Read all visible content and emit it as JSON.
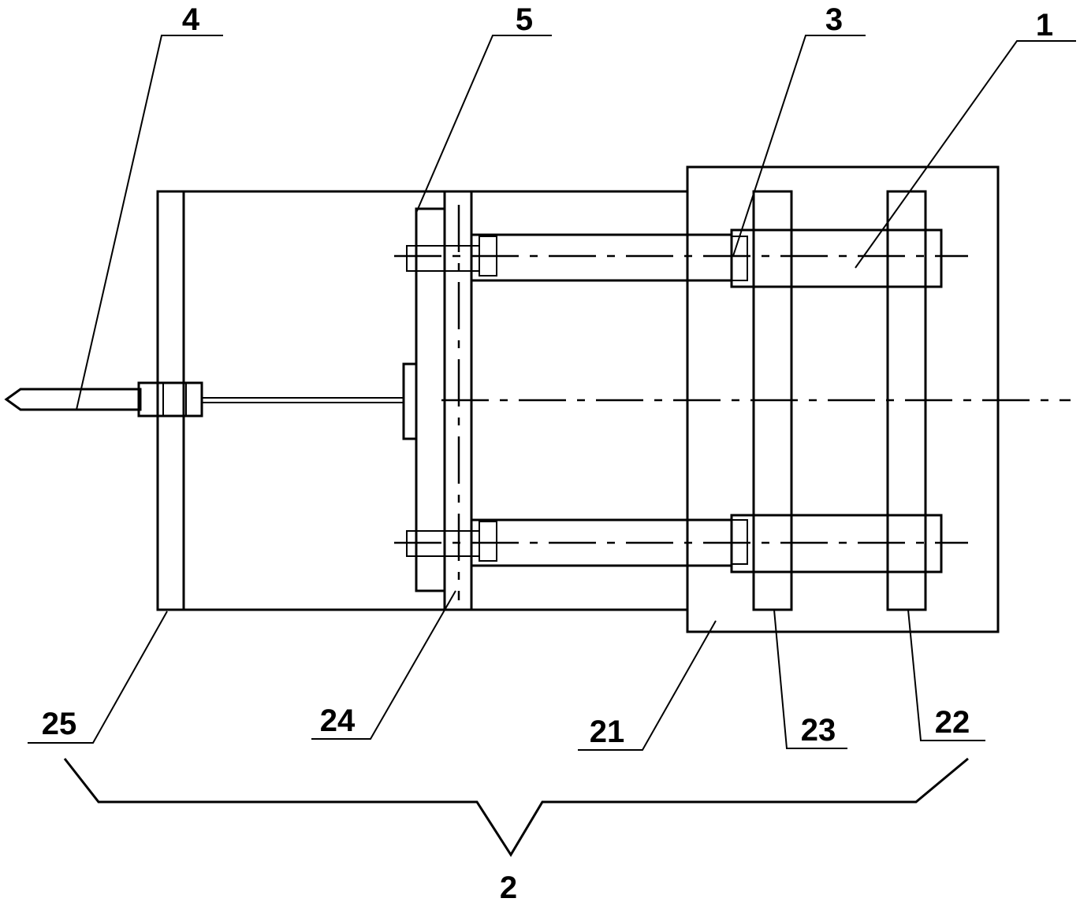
{
  "labels": {
    "l1": "1",
    "l2": "2",
    "l3": "3",
    "l4": "4",
    "l5": "5",
    "l21": "21",
    "l22": "22",
    "l23": "23",
    "l24": "24",
    "l25": "25"
  }
}
